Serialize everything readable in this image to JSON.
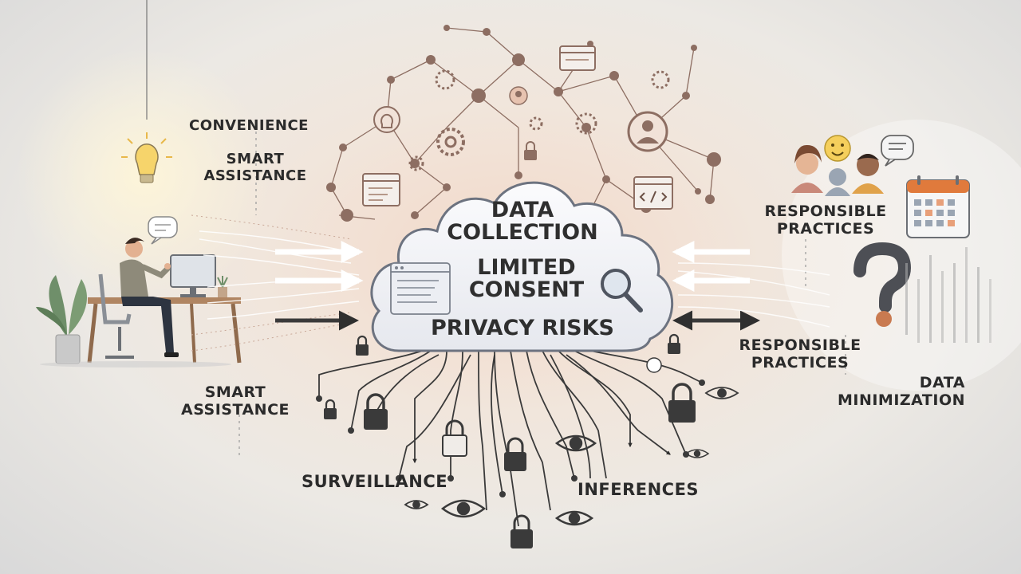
{
  "labels": {
    "convenience": "CONVENIENCE",
    "smart_assistance_top": "SMART\nASSISTANCE",
    "smart_assistance_bottom": "SMART\nASSISTANCE",
    "responsible_practices_top": "RESPONSIBLE\nPRACTICES",
    "responsible_practices_mid": "RESPONSIBLE\nPRACTICES",
    "data_minimization": "DATA\nMINIMIZATION",
    "surveillance": "SURVEILLANCE",
    "inferences": "INFERENCES"
  },
  "cloud": {
    "line1": "DATA\nCOLLECTION",
    "line2": "LIMITED\nCONSENT",
    "line3": "PRIVACY RISKS"
  },
  "icons": [
    "lightbulb-icon",
    "person-at-desk-icon",
    "speech-bubble-icon",
    "plant-icon",
    "gear-icon",
    "user-profile-icon",
    "browser-window-icon",
    "code-window-icon",
    "lock-icon",
    "eye-icon",
    "magnifier-icon",
    "question-mark-icon",
    "calendar-icon",
    "people-group-icon",
    "smiley-icon"
  ],
  "colors": {
    "accent_orange": "#e07a3c",
    "dark": "#333333",
    "node_brown": "#8a6a5a"
  }
}
